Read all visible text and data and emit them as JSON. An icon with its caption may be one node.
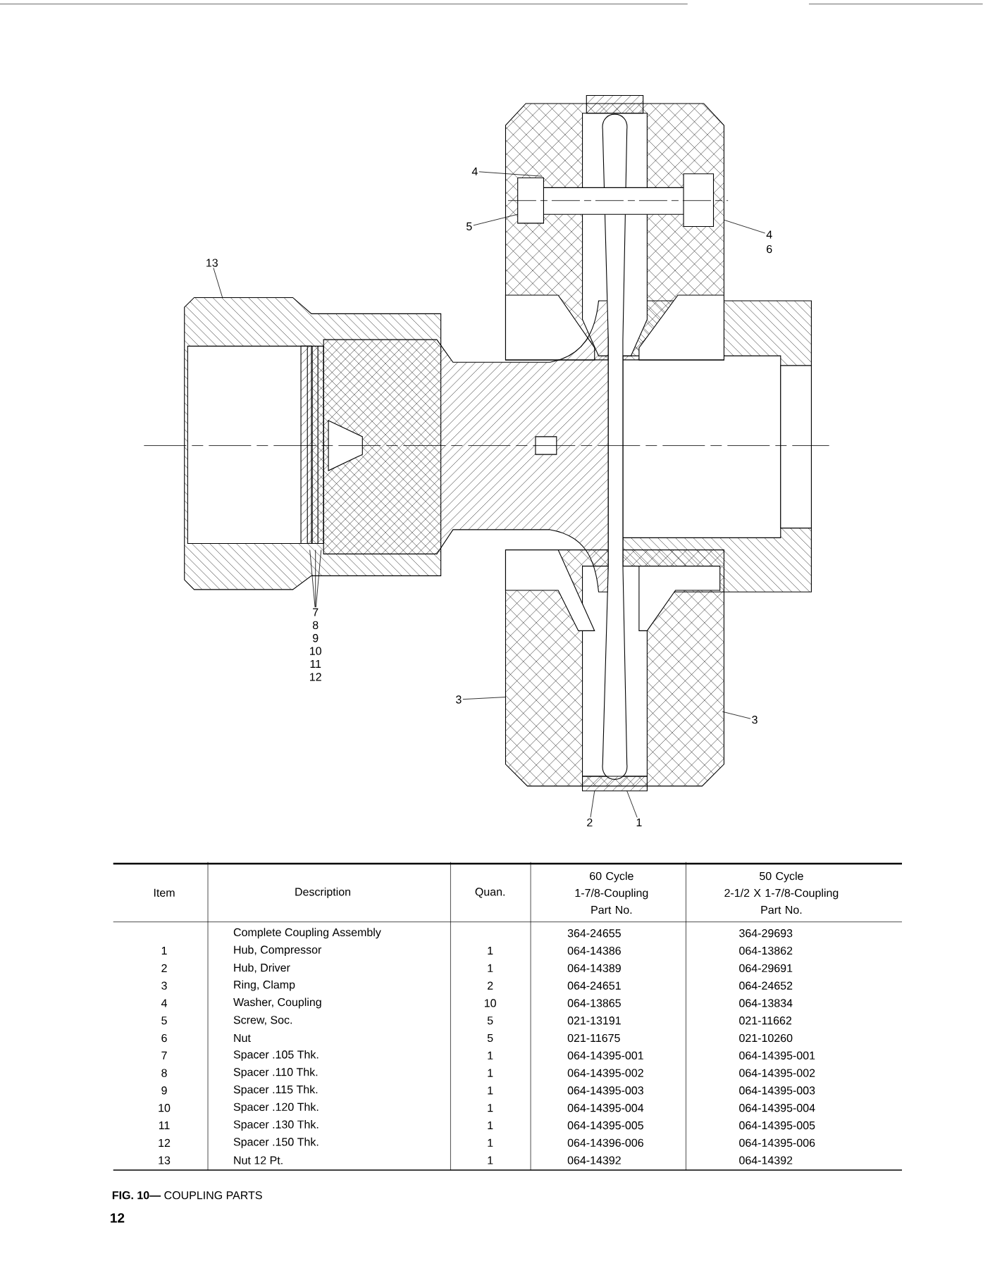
{
  "diagram": {
    "caption": "**FIG. 10—** COUPLING PARTS",
    "nodes": [
      {
        "text": [
          "4"
        ]
      },
      {
        "text": [
          "5"
        ]
      },
      {
        "text": [
          "4"
        ]
      },
      {
        "text": [
          "13"
        ]
      },
      {
        "text": [
          "7"
        ]
      },
      {
        "text": [
          "3"
        ]
      },
      {
        "text": [
          "3"
        ]
      },
      {
        "text": [
          "2"
        ]
      },
      {
        "text": [
          "1"
        ]
      }
    ],
    "edges": [
      {
        "from": 0,
        "to": null,
        "arrow": "none"
      },
      {
        "from": 1,
        "to": null,
        "arrow": "none"
      },
      {
        "from": 2,
        "to": null,
        "arrow": "none"
      },
      {
        "from": 3,
        "to": null,
        "arrow": "none"
      },
      {
        "from": 4,
        "to": null,
        "arrow": "none"
      },
      {
        "from": 4,
        "to": null,
        "arrow": "none"
      },
      {
        "from": 4,
        "to": null,
        "arrow": "none"
      },
      {
        "from": 5,
        "to": null,
        "arrow": "none"
      },
      {
        "from": 6,
        "to": null,
        "arrow": "none"
      },
      {
        "from": 7,
        "to": null,
        "arrow": "none"
      },
      {
        "from": 8,
        "to": null,
        "arrow": "none"
      }
    ],
    "labels": [
      "6",
      "8",
      "9",
      "10",
      "11",
      "12",
      "Item",
      "Description",
      "Quan.",
      "60 Cycle 1-7/8-Coupling Part No.",
      "50 Cycle 2-1/2 X 1-7/8-Coupling Part No.",
      "Complete Coupling Assembly",
      "364-24655",
      "364-29693",
      "1",
      "Hub, Compressor",
      "1",
      "064-14386",
      "064-13862",
      "2",
      "Hub, Driver",
      "1",
      "064-14389",
      "064-29691",
      "3",
      "Ring, Clamp",
      "2",
      "064-24651",
      "064-24652",
      "4",
      "Washer, Coupling",
      "10",
      "064-13865",
      "064-13834",
      "5",
      "Screw, Soc.",
      "5",
      "021-13191",
      "021-11662",
      "6",
      "Nut",
      "5",
      "021-11675",
      "021-10260",
      "7",
      "Spacer .105 Thk.",
      "1",
      "064-14395-001",
      "064-14395-001",
      "8",
      "Spacer .110 Thk.",
      "1",
      "064-14395-002",
      "064-14395-002",
      "9",
      "Spacer .115 Thk.",
      "1",
      "064-14395-003",
      "064-14395-003",
      "10",
      "Spacer .120 Thk.",
      "1",
      "064-14395-004",
      "064-14395-004",
      "11",
      "Spacer .130 Thk.",
      "1",
      "064-14395-005",
      "064-14395-005",
      "12",
      "Spacer .150 Thk.",
      "1",
      "064-14396-006",
      "064-14395-006",
      "13",
      "Nut 12 Pt.",
      "1",
      "064-14392",
      "064-14392",
      "12"
    ]
  }
}
